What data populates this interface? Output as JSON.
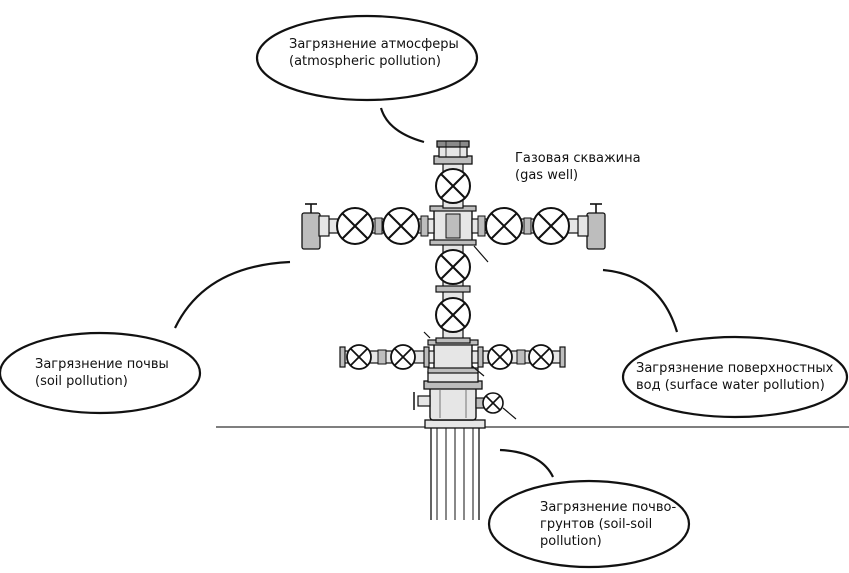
{
  "labels": {
    "atmosphere": [
      "Загрязнение атмосферы",
      "(atmospheric pollution)"
    ],
    "gas_well": [
      "Газовая скважина",
      "(gas well)"
    ],
    "soil": [
      "Загрязнение почвы",
      "(soil pollution)"
    ],
    "surface_water": [
      "Загрязнение поверхностных",
      "вод (surface water pollution)"
    ],
    "soil_ground": [
      "Загрязнение почво-",
      "грунтов (soil-soil",
      "pollution)"
    ]
  },
  "colors": {
    "stroke": "#111111",
    "fill_light": "#e6e6e6",
    "fill_mid": "#bdbdbd",
    "fill_dark": "#8a8a8a"
  }
}
